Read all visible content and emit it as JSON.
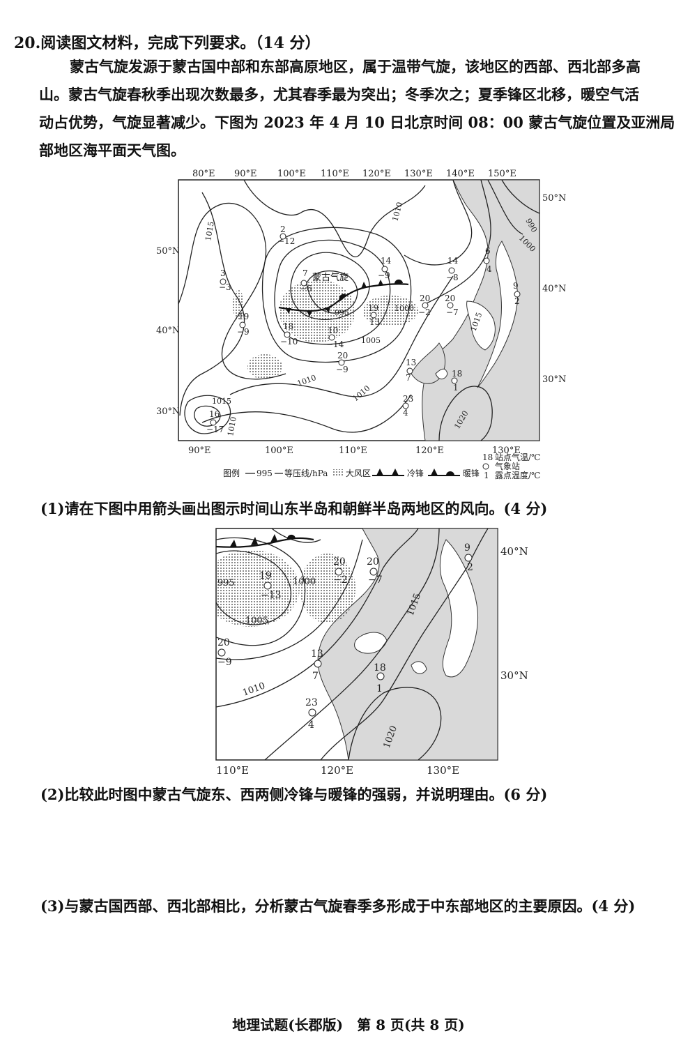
{
  "question": {
    "title": "20.阅读图文材料，完成下列要求。（14 分）",
    "paragraph_lines": [
      "蒙古气旋发源于蒙古国中部和东部高原地区，属于温带气旋，该地区的西部、西北部多高",
      "山。蒙古气旋春秋季出现次数最多，尤其春季最为突出；冬季次之；夏季锋区北移，暖空气活",
      "动占优势，气旋显著减少。下图为 2023 年 4 月 10 日北京时间 08：00 蒙古气旋位置及亚洲局",
      "部地区海平面天气图。"
    ],
    "sub1": "(1)请在下图中用箭头画出图示时间山东半岛和朝鲜半岛两地区的风向。(4 分)",
    "sub2": "(2)比较此时图中蒙古气旋东、西两侧冷锋与暖锋的强弱，并说明理由。(6 分)",
    "sub3": "(3)与蒙古国西部、西北部相比，分析蒙古气旋春季多形成于中东部地区的主要原因。(4 分)"
  },
  "map1": {
    "top_lon": [
      "80°E",
      "90°E",
      "100°E",
      "110°E",
      "120°E",
      "130°E",
      "140°E",
      "150°E"
    ],
    "bottom_lon": [
      "90°E",
      "100°E",
      "110°E",
      "120°E",
      "130°E"
    ],
    "left_lat": [
      "50°N",
      "40°N",
      "30°N"
    ],
    "right_lat": [
      "50°N",
      "40°N",
      "30°N"
    ],
    "cyclone_label": "蒙古气旋",
    "isobar_labels": [
      "1015",
      "1010",
      "1010",
      "1000",
      "995",
      "1005",
      "1010",
      "1015",
      "1010",
      "1020",
      "1015",
      "990",
      "1000"
    ],
    "stations": [
      {
        "t": "2",
        "d": "−12"
      },
      {
        "t": "3",
        "d": "−3"
      },
      {
        "t": "7",
        "d": "−6"
      },
      {
        "t": "14",
        "d": "−9"
      },
      {
        "t": "14",
        "d": "−8"
      },
      {
        "t": "6",
        "d": "4"
      },
      {
        "t": "19",
        "d": "−9"
      },
      {
        "t": "18",
        "d": "−10"
      },
      {
        "t": "10",
        "d": "−14"
      },
      {
        "t": "19",
        "d": "13"
      },
      {
        "t": "20",
        "d": "−2"
      },
      {
        "t": "20",
        "d": "−7"
      },
      {
        "t": "9",
        "d": "2"
      },
      {
        "t": "20",
        "d": "−9"
      },
      {
        "t": "13",
        "d": "7"
      },
      {
        "t": "18",
        "d": "1"
      },
      {
        "t": "23",
        "d": "4"
      },
      {
        "t": "16",
        "d": "−17"
      }
    ],
    "legend": {
      "prefix": "图例",
      "isobar_sample": "995",
      "isobar_text": "等压线/hPa",
      "windy_text": "大风区",
      "cold_front": "冷锋",
      "warm_front": "暖锋",
      "station_temp_num": "18",
      "station_temp": "站点气温/℃",
      "station": "气象站",
      "dew_num": "1",
      "dew": "露点温度/℃"
    }
  },
  "map2": {
    "bottom_lon": [
      "110°E",
      "120°E",
      "130°E"
    ],
    "right_lat": [
      "40°N",
      "30°N"
    ],
    "isobar_labels": [
      "995",
      "1000",
      "1005",
      "1010",
      "1015",
      "1020"
    ],
    "stations": [
      {
        "t": "20",
        "d": "−2"
      },
      {
        "t": "20",
        "d": "−7"
      },
      {
        "t": "19",
        "d": "−13"
      },
      {
        "t": "9",
        "d": "2"
      },
      {
        "t": "20",
        "d": "−9"
      },
      {
        "t": "13",
        "d": "7"
      },
      {
        "t": "18",
        "d": "1"
      },
      {
        "t": "23",
        "d": "4"
      }
    ]
  },
  "footer": "地理试题(长郡版)　第 8 页(共 8 页)"
}
